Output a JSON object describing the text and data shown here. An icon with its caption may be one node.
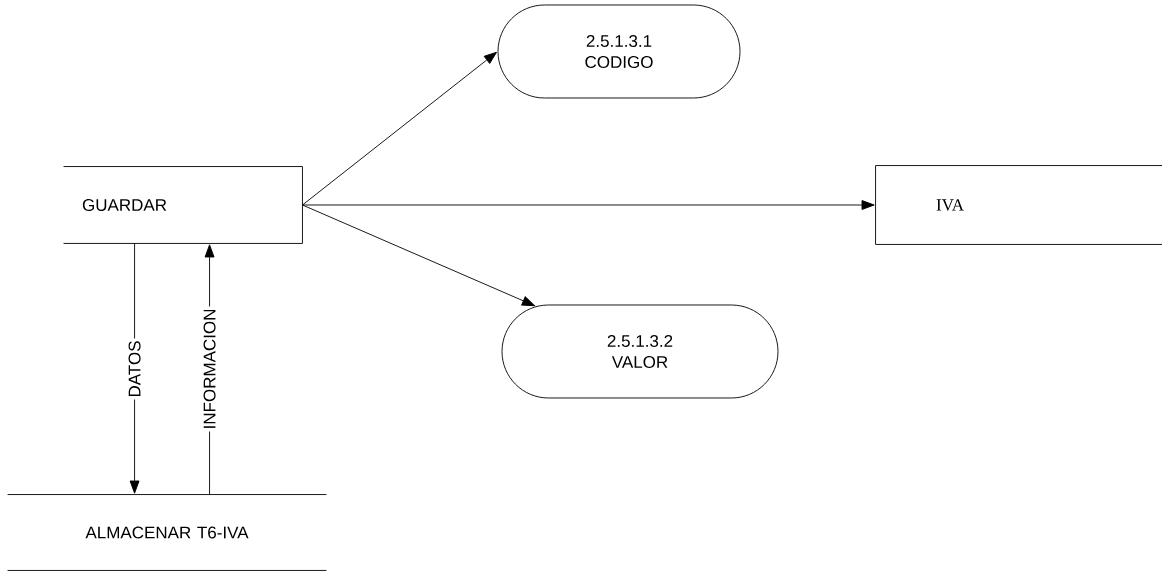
{
  "diagram": {
    "nodes": [
      {
        "text": [
          "GUARDAR"
        ]
      },
      {
        "text": [
          "2.5.1.3.1 CODIGO"
        ]
      },
      {
        "text": [
          "IVA"
        ]
      },
      {
        "text": [
          "2.5.1.3.2 VALOR"
        ]
      },
      {
        "text": [
          "ALMACENAR T6-IVA"
        ]
      }
    ],
    "edges": [
      {
        "from": 0,
        "to": 1,
        "arrow": "to"
      },
      {
        "from": 0,
        "to": 2,
        "arrow": "to"
      },
      {
        "from": 0,
        "to": 3,
        "arrow": "to"
      },
      {
        "from": 0,
        "to": 4,
        "arrow": "to",
        "label": "DATOS"
      },
      {
        "from": 4,
        "to": 0,
        "arrow": "to",
        "label": "INFORMACION"
      }
    ]
  }
}
